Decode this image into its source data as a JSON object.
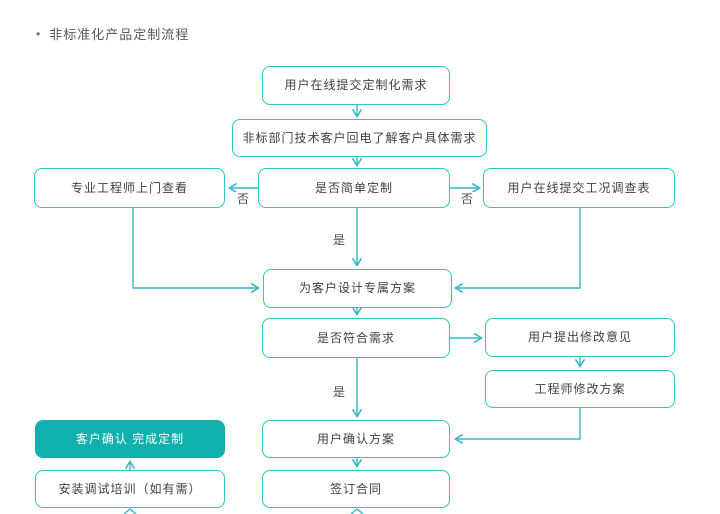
{
  "page": {
    "bullet": "•",
    "heading": "非标准化产品定制流程"
  },
  "colors": {
    "box_border": "#2AC6C8",
    "connector_line": "#35B7C6",
    "highlight_fill": "#12B1AE",
    "highlight_text": "#ffffff",
    "box_text": "#404040",
    "title_text": "#595959",
    "background": "#ffffff"
  },
  "flowchart": {
    "nodes": [
      {
        "id": "submit-request",
        "label": "用户在线提交定制化需求"
      },
      {
        "id": "callback",
        "label": "非标部门技术客户回电了解客户具体需求"
      },
      {
        "id": "engineer-visit",
        "label": "专业工程师上门查看"
      },
      {
        "id": "simple-custom",
        "label": "是否简单定制"
      },
      {
        "id": "survey-form",
        "label": "用户在线提交工况调查表"
      },
      {
        "id": "design-plan",
        "label": "为客户设计专属方案"
      },
      {
        "id": "meets-needs",
        "label": "是否符合需求"
      },
      {
        "id": "user-feedback",
        "label": "用户提出修改意见"
      },
      {
        "id": "engineer-revise",
        "label": "工程师修改方案"
      },
      {
        "id": "confirm-plan",
        "label": "用户确认方案"
      },
      {
        "id": "sign-contract",
        "label": "签订合同"
      },
      {
        "id": "custom-complete",
        "label": "客户确认 完成定制",
        "highlight": true
      },
      {
        "id": "install-training",
        "label": "安装调试培训（如有需）"
      }
    ],
    "edge_labels": [
      {
        "id": "no-left",
        "text": "否"
      },
      {
        "id": "no-right",
        "text": "否"
      },
      {
        "id": "yes-design",
        "text": "是"
      },
      {
        "id": "yes-confirm",
        "text": "是"
      }
    ]
  }
}
